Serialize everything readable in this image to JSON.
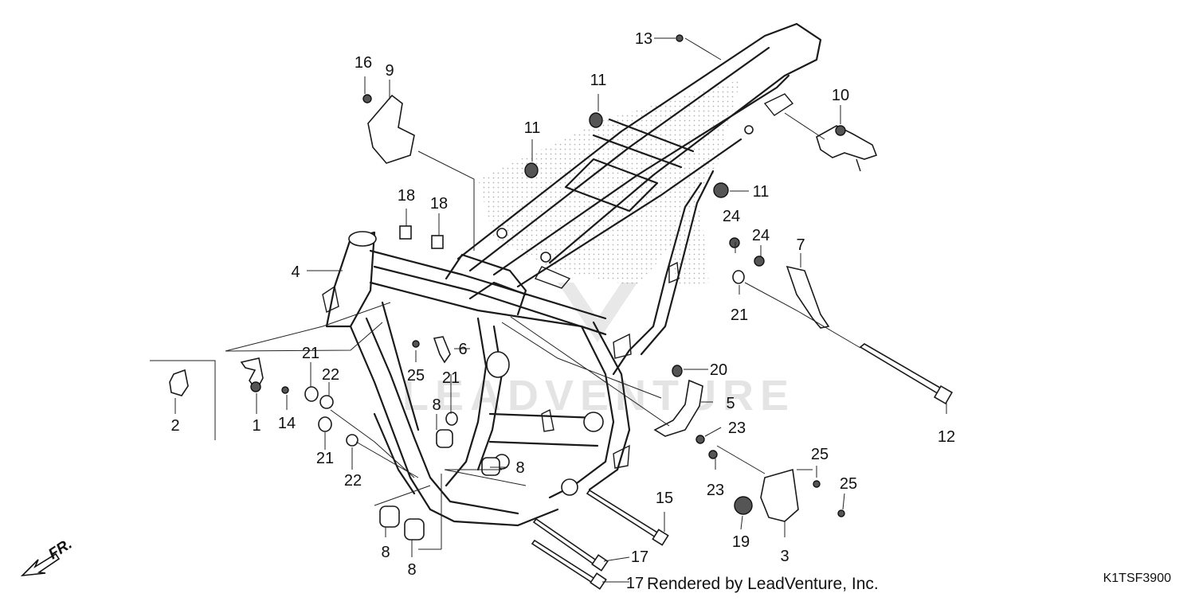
{
  "diagram": {
    "callouts": {
      "c1": "1",
      "c2": "2",
      "c3": "3",
      "c4": "4",
      "c5": "5",
      "c6": "6",
      "c7": "7",
      "c8a": "8",
      "c8b": "8",
      "c8c": "8",
      "c8d": "8",
      "c9": "9",
      "c10": "10",
      "c11a": "11",
      "c11b": "11",
      "c11c": "11",
      "c12": "12",
      "c13": "13",
      "c14": "14",
      "c15": "15",
      "c16": "16",
      "c17a": "17",
      "c17b": "17",
      "c18a": "18",
      "c18b": "18",
      "c19": "19",
      "c20": "20",
      "c21a": "21",
      "c21b": "21",
      "c21c": "21",
      "c21d": "21",
      "c22a": "22",
      "c22b": "22",
      "c23a": "23",
      "c23b": "23",
      "c24a": "24",
      "c24b": "24",
      "c25a": "25",
      "c25b": "25",
      "c25c": "25"
    },
    "direction_label": "FR.",
    "footer_credit": "Rendered by LeadVenture, Inc.",
    "diagram_code": "K1TSF3900",
    "watermark_text": "LEADVENTURE",
    "colors": {
      "line": "#1a1a1a",
      "watermark": "#e4e4e4",
      "hatch": "#9a9a9a"
    }
  }
}
